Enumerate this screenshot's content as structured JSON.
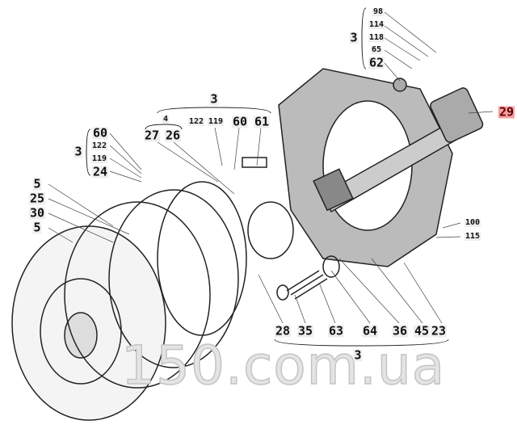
{
  "watermark": "150.com.ua",
  "labels": {
    "top_right": {
      "g": "3",
      "a": "98",
      "b": "114",
      "c": "118",
      "d": "65",
      "e": "62"
    },
    "shaft": "29",
    "middle_top": {
      "g": "3",
      "sub": "4",
      "a": "27",
      "b": "26",
      "c": "122",
      "d": "119",
      "e": "60",
      "f": "61"
    },
    "left_group": {
      "g": "3",
      "a": "60",
      "b": "122",
      "c": "119",
      "d": "24"
    },
    "discs": {
      "a": "5",
      "b": "25",
      "c": "30",
      "d": "5"
    },
    "bolts": {
      "a": "100",
      "b": "115"
    },
    "bottom": {
      "a": "28",
      "b": "35",
      "c": "63",
      "d": "64",
      "e": "36",
      "f": "45",
      "h": "23",
      "g": "3"
    }
  }
}
